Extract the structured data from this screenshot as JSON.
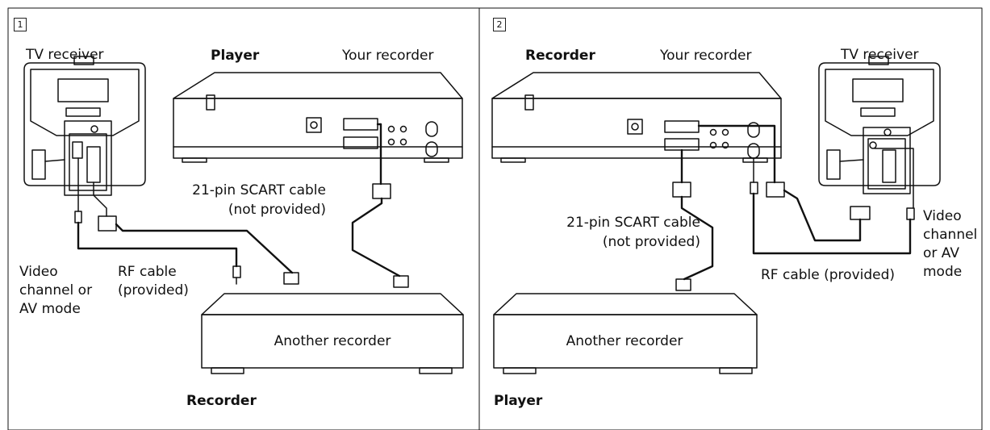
{
  "panel1": {
    "number": "1",
    "tv_receiver": "TV receiver",
    "player_role": "Player",
    "your_recorder": "Your recorder",
    "scart_cable_line1": "21-pin SCART cable",
    "scart_cable_line2": "(not provided)",
    "video_channel_line1": "Video",
    "video_channel_line2": "channel or",
    "video_channel_line3": "AV mode",
    "rf_cable_line1": "RF cable",
    "rf_cable_line2": "(provided)",
    "another_recorder": "Another recorder",
    "recorder_role": "Recorder"
  },
  "panel2": {
    "number": "2",
    "recorder_role": "Recorder",
    "your_recorder": "Your recorder",
    "tv_receiver": "TV receiver",
    "scart_cable_line1": "21-pin SCART cable",
    "scart_cable_line2": "(not provided)",
    "video_channel_line1": "Video",
    "video_channel_line2": "channel",
    "video_channel_line3": "or AV",
    "video_channel_line4": "mode",
    "rf_cable": "RF cable (provided)",
    "another_recorder": "Another recorder",
    "player_role": "Player"
  }
}
